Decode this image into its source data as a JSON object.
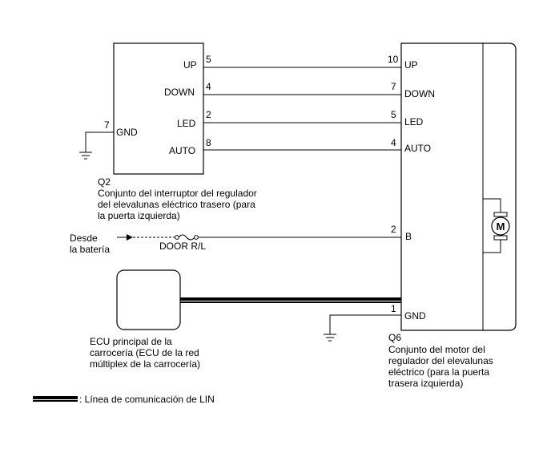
{
  "colors": {
    "line": "#000000",
    "background": "#ffffff"
  },
  "q2": {
    "code": "Q2",
    "description": [
      "Conjunto del interruptor del regulador",
      "del elevalunas eléctrico trasero (para",
      "la puerta izquierda)"
    ],
    "pins": {
      "up": "UP",
      "down": "DOWN",
      "led": "LED",
      "auto": "AUTO",
      "gnd": "GND"
    },
    "pin_numbers": {
      "up": "5",
      "down": "4",
      "led": "2",
      "auto": "8",
      "gnd": "7"
    }
  },
  "q6": {
    "code": "Q6",
    "description": [
      "Conjunto del motor del",
      "regulador del elevalunas",
      "eléctrico (para la puerta",
      "trasera izquierda)"
    ],
    "pins": {
      "up": "UP",
      "down": "DOWN",
      "led": "LED",
      "auto": "AUTO",
      "b": "B",
      "gnd": "GND"
    },
    "pin_numbers": {
      "up": "10",
      "down": "7",
      "led": "5",
      "auto": "4",
      "b": "2",
      "gnd": "1"
    },
    "motor_symbol": "M"
  },
  "battery": {
    "label": [
      "Desde",
      "la batería"
    ],
    "fuse": "DOOR R/L"
  },
  "ecu": {
    "description": [
      "ECU principal de la",
      "carrocería (ECU de la red",
      "múltiplex de la carrocería)"
    ]
  },
  "legend": {
    "text": ": Línea de comunicación de LIN"
  },
  "icons": [
    "ground-icon",
    "fuse-icon",
    "arrow-icon",
    "motor-icon"
  ]
}
